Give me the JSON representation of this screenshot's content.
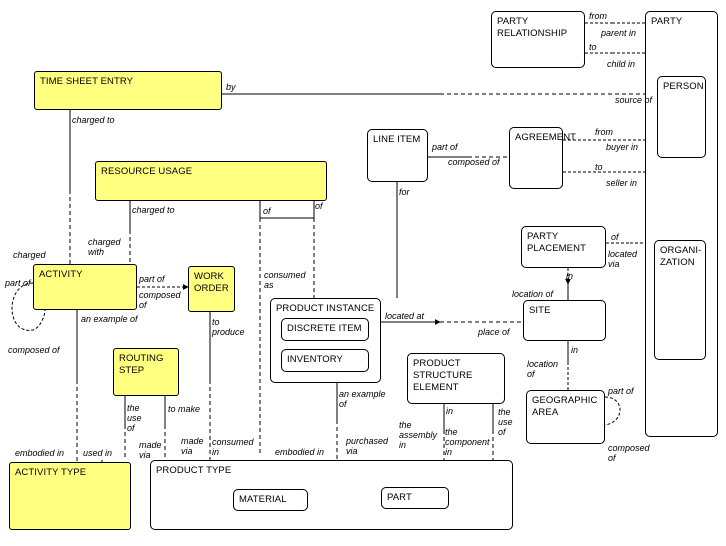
{
  "entities": {
    "party_relationship": "PARTY\nRELATIONSHIP",
    "party": "PARTY",
    "person": "PERSON",
    "organization": "ORGANI-\nZATION",
    "time_sheet_entry": "TIME SHEET ENTRY",
    "resource_usage": "RESOURCE USAGE",
    "line_item": "LINE ITEM",
    "agreement": "AGREEMENT",
    "activity": "ACTIVITY",
    "work_order": "WORK\nORDER",
    "party_placement": "PARTY\nPLACEMENT",
    "product_instance": "PRODUCT INSTANCE",
    "discrete_item": "DISCRETE ITEM",
    "inventory": "INVENTORY",
    "site": "SITE",
    "routing_step": "ROUTING\nSTEP",
    "product_structure_element": "PRODUCT\nSTRUCTURE\nELEMENT",
    "geographic_area": "GEOGRAPHIC\nAREA",
    "activity_type": "ACTIVITY TYPE",
    "product_type": "PRODUCT TYPE",
    "material": "MATERIAL",
    "part": "PART"
  },
  "labels": {
    "from_pr": "from",
    "parent_in": "parent in",
    "to_pr": "to",
    "child_in": "child in",
    "by": "by",
    "source_of": "source of",
    "charged_to_tse": "charged to",
    "part_of_li": "part of",
    "composed_of_li": "composed of",
    "from_ag": "from",
    "buyer_in": "buyer in",
    "to_ag": "to",
    "seller_in": "seller in",
    "charged_to_ru": "charged to",
    "of_ru1": "of",
    "of_ru2": "of",
    "for_li": "for",
    "charged_act": "charged",
    "charged_with": "charged\nwith",
    "part_of_act": "part of",
    "composed_of_act": "composed of",
    "part_of_wo": "part of",
    "composed_of_wo": "composed\nof",
    "an_example_of_act": "an example of",
    "consumed_as": "consumed\nas",
    "of_pp": "of",
    "located_via": "located\nvia",
    "in_pp": "in",
    "location_of_pp": "location of",
    "located_at": "located at",
    "place_of": "place of",
    "in_site": "in",
    "location_of_ga": "location\nof",
    "to_produce": "to\nproduce",
    "part_of_ga": "part of",
    "composed_of_ga": "composed\nof",
    "an_example_of_pi": "an example\nof",
    "the_use_of_rs": "the\nuse\nof",
    "to_make": "to make",
    "made_via_rs": "made\nvia",
    "in_pse1": "in",
    "the_use_of_pse": "the\nuse\nof",
    "embodied_in_at": "embodied in",
    "used_in": "used in",
    "made_via_pt": "made\nvia",
    "consumed_in": "consumed\nin",
    "embodied_in_pt": "embodied in",
    "purchased_via": "purchased\nvia",
    "the_assembly_in": "the\nassembly\nin",
    "the_component_in": "the\ncomponent\nin"
  }
}
